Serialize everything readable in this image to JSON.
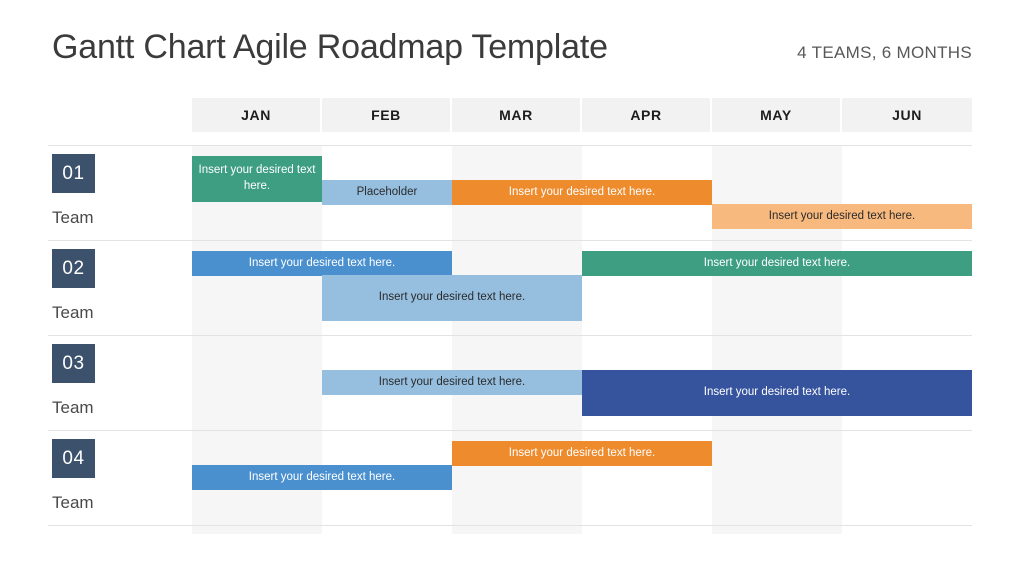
{
  "header": {
    "title": "Gantt Chart Agile Roadmap Template",
    "subtitle": "4 TEAMS, 6 MONTHS"
  },
  "colors": {
    "green": "#3d9e82",
    "orange": "#ee8b2d",
    "light_orange": "#f7b97e",
    "medium_blue": "#4a90cf",
    "light_blue": "#95bedf",
    "dark_blue": "#36539e",
    "badge_navy": "#3c516b",
    "header_cell": "#f2f2f2",
    "band_shade": "#f6f6f6",
    "row_line": "#e3e3e3",
    "title_text": "#3b3b3b",
    "subtitle_text": "#58585a"
  },
  "chart_data": {
    "type": "gantt",
    "title": "Gantt Chart Agile Roadmap Template",
    "subtitle": "4 TEAMS, 6 MONTHS",
    "columns": [
      "JAN",
      "FEB",
      "MAR",
      "APR",
      "MAY",
      "JUN"
    ],
    "rows": [
      {
        "number": "01",
        "label": "Team",
        "tasks": [
          {
            "text": "Insert your desired text here.",
            "start": 0,
            "span": 1,
            "color": "green",
            "text_color": "light",
            "lane": 0,
            "tall": true
          },
          {
            "text": "Placeholder",
            "start": 1,
            "span": 1,
            "color": "light_blue",
            "text_color": "dark",
            "lane": 1,
            "tall": false
          },
          {
            "text": "Insert your desired text here.",
            "start": 2,
            "span": 2,
            "color": "orange",
            "text_color": "light",
            "lane": 1,
            "tall": false
          },
          {
            "text": "Insert your desired text here.",
            "start": 4,
            "span": 2,
            "color": "light_orange",
            "text_color": "dark",
            "lane": 2,
            "tall": false
          }
        ]
      },
      {
        "number": "02",
        "label": "Team",
        "tasks": [
          {
            "text": "Insert your desired text here.",
            "start": 0,
            "span": 2,
            "color": "medium_blue",
            "text_color": "light",
            "lane": 0,
            "tall": false
          },
          {
            "text": "Insert your desired text here.",
            "start": 3,
            "span": 3,
            "color": "green",
            "text_color": "light",
            "lane": 0,
            "tall": false
          },
          {
            "text": "Insert your desired text here.",
            "start": 1,
            "span": 2,
            "color": "light_blue",
            "text_color": "dark",
            "lane": 1,
            "tall": true
          }
        ]
      },
      {
        "number": "03",
        "label": "Team",
        "tasks": [
          {
            "text": "Insert your desired text here.",
            "start": 1,
            "span": 2,
            "color": "light_blue",
            "text_color": "dark",
            "lane": 1,
            "tall": false
          },
          {
            "text": "Insert your desired text here.",
            "start": 3,
            "span": 3,
            "color": "dark_blue",
            "text_color": "light",
            "lane": 1,
            "tall": true
          }
        ]
      },
      {
        "number": "04",
        "label": "Team",
        "tasks": [
          {
            "text": "Insert your desired text here.",
            "start": 2,
            "span": 2,
            "color": "orange",
            "text_color": "light",
            "lane": 0,
            "tall": false
          },
          {
            "text": "Insert your desired text here.",
            "start": 0,
            "span": 2,
            "color": "medium_blue",
            "text_color": "light",
            "lane": 1,
            "tall": false
          }
        ]
      }
    ]
  }
}
